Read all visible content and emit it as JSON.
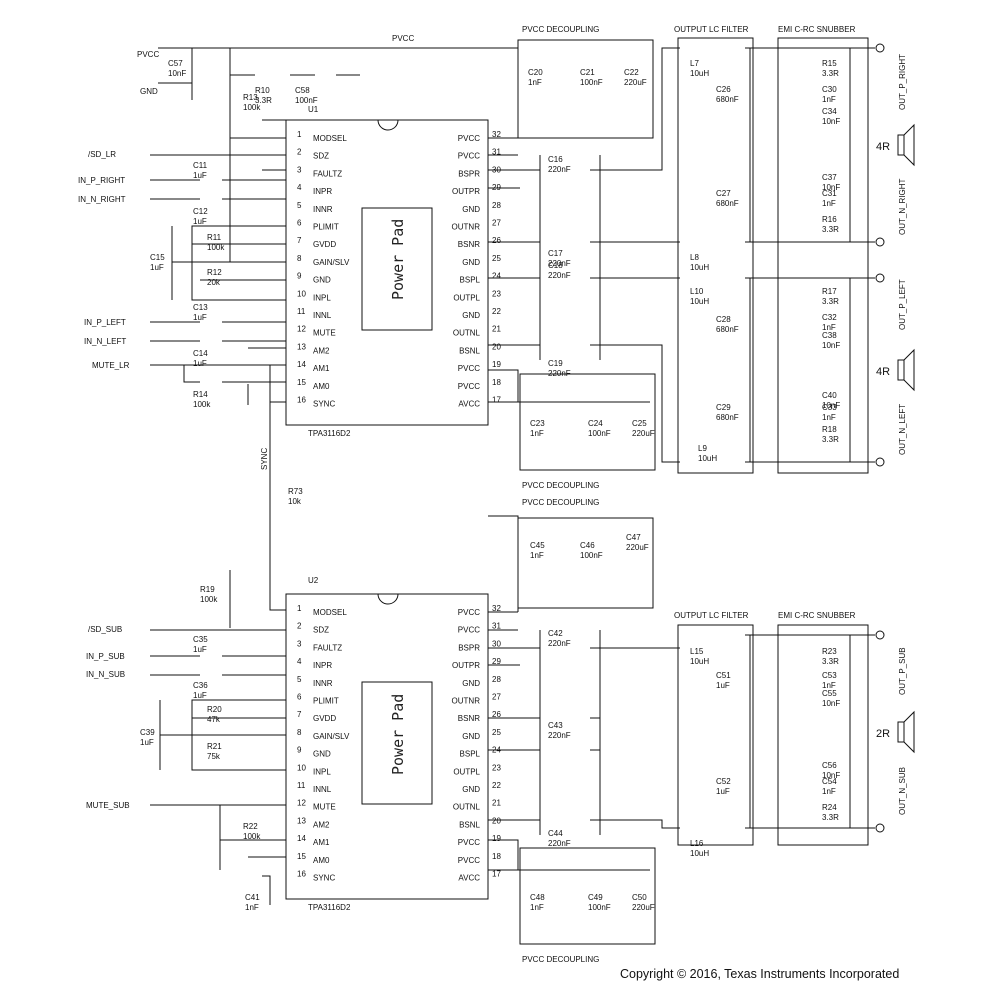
{
  "rails": {
    "pvcc": "PVCC",
    "gnd": "GND",
    "sync": "SYNC"
  },
  "sections": {
    "decoupling": "PVCC DECOUPLING",
    "lc_filter": "OUTPUT LC FILTER",
    "snubber": "EMI C-RC SNUBBER"
  },
  "ic": {
    "u1_ref": "U1",
    "u2_ref": "U2",
    "part": "TPA3116D2",
    "pad": "Power Pad",
    "left_pins": [
      "MODSEL",
      "SDZ",
      "FAULTZ",
      "INPR",
      "INNR",
      "PLIMIT",
      "GVDD",
      "GAIN/SLV",
      "GND",
      "INPL",
      "INNL",
      "MUTE",
      "AM2",
      "AM1",
      "AM0",
      "SYNC"
    ],
    "right_pins": [
      "PVCC",
      "PVCC",
      "BSPR",
      "OUTPR",
      "GND",
      "OUTNR",
      "BSNR",
      "GND",
      "BSPL",
      "OUTPL",
      "GND",
      "OUTNL",
      "BSNL",
      "PVCC",
      "PVCC",
      "AVCC"
    ],
    "left_nums": [
      "1",
      "2",
      "3",
      "4",
      "5",
      "6",
      "7",
      "8",
      "9",
      "10",
      "11",
      "12",
      "13",
      "14",
      "15",
      "16"
    ],
    "right_nums": [
      "32",
      "31",
      "30",
      "29",
      "28",
      "27",
      "26",
      "25",
      "24",
      "23",
      "22",
      "21",
      "20",
      "19",
      "18",
      "17"
    ]
  },
  "nets": {
    "top": [
      "PVCC",
      "GND",
      "/SD_LR",
      "IN_P_RIGHT",
      "IN_N_RIGHT",
      "IN_P_LEFT",
      "IN_N_LEFT",
      "MUTE_LR"
    ],
    "bottom": [
      "/SD_SUB",
      "IN_P_SUB",
      "IN_N_SUB",
      "MUTE_SUB"
    ]
  },
  "outputs": {
    "top": [
      "OUT_P_RIGHT",
      "OUT_N_RIGHT",
      "OUT_P_LEFT",
      "OUT_N_LEFT"
    ],
    "bottom": [
      "OUT_P_SUB",
      "OUT_N_SUB"
    ]
  },
  "speakers": {
    "right": "4R",
    "left": "4R",
    "sub": "2R"
  },
  "parts_top": [
    {
      "ref": "C57",
      "val": "10nF"
    },
    {
      "ref": "R10",
      "val": "3.3R"
    },
    {
      "ref": "C58",
      "val": "100nF"
    },
    {
      "ref": "R13",
      "val": "100k"
    },
    {
      "ref": "C11",
      "val": "1uF"
    },
    {
      "ref": "C12",
      "val": "1uF"
    },
    {
      "ref": "R11",
      "val": "100k"
    },
    {
      "ref": "C15",
      "val": "1uF"
    },
    {
      "ref": "R12",
      "val": "20k"
    },
    {
      "ref": "C13",
      "val": "1uF"
    },
    {
      "ref": "C14",
      "val": "1uF"
    },
    {
      "ref": "R14",
      "val": "100k"
    },
    {
      "ref": "C20",
      "val": "1nF"
    },
    {
      "ref": "C21",
      "val": "100nF"
    },
    {
      "ref": "C22",
      "val": "220uF"
    },
    {
      "ref": "C16",
      "val": "220nF"
    },
    {
      "ref": "C17",
      "val": "220nF"
    },
    {
      "ref": "C18",
      "val": "220nF"
    },
    {
      "ref": "C19",
      "val": "220nF"
    },
    {
      "ref": "C23",
      "val": "1nF"
    },
    {
      "ref": "C24",
      "val": "100nF"
    },
    {
      "ref": "C25",
      "val": "220uF"
    },
    {
      "ref": "L7",
      "val": "10uH"
    },
    {
      "ref": "L8",
      "val": "10uH"
    },
    {
      "ref": "L10",
      "val": "10uH"
    },
    {
      "ref": "L9",
      "val": "10uH"
    },
    {
      "ref": "C26",
      "val": "680nF"
    },
    {
      "ref": "C27",
      "val": "680nF"
    },
    {
      "ref": "C28",
      "val": "680nF"
    },
    {
      "ref": "C29",
      "val": "680nF"
    },
    {
      "ref": "R15",
      "val": "3.3R"
    },
    {
      "ref": "C30",
      "val": "1nF"
    },
    {
      "ref": "C34",
      "val": "10nF"
    },
    {
      "ref": "C37",
      "val": "10nF"
    },
    {
      "ref": "C31",
      "val": "1nF"
    },
    {
      "ref": "R16",
      "val": "3.3R"
    },
    {
      "ref": "R17",
      "val": "3.3R"
    },
    {
      "ref": "C32",
      "val": "1nF"
    },
    {
      "ref": "C38",
      "val": "10nF"
    },
    {
      "ref": "C40",
      "val": "10nF"
    },
    {
      "ref": "C33",
      "val": "1nF"
    },
    {
      "ref": "R18",
      "val": "3.3R"
    }
  ],
  "parts_bottom": [
    {
      "ref": "R73",
      "val": "10k"
    },
    {
      "ref": "R19",
      "val": "100k"
    },
    {
      "ref": "C35",
      "val": "1uF"
    },
    {
      "ref": "C36",
      "val": "1uF"
    },
    {
      "ref": "C39",
      "val": "1uF"
    },
    {
      "ref": "R20",
      "val": "47k"
    },
    {
      "ref": "R21",
      "val": "75k"
    },
    {
      "ref": "R22",
      "val": "100k"
    },
    {
      "ref": "C41",
      "val": "1nF"
    },
    {
      "ref": "C45",
      "val": "1nF"
    },
    {
      "ref": "C46",
      "val": "100nF"
    },
    {
      "ref": "C47",
      "val": "220uF"
    },
    {
      "ref": "C42",
      "val": "220nF"
    },
    {
      "ref": "C43",
      "val": "220nF"
    },
    {
      "ref": "C44",
      "val": "220nF"
    },
    {
      "ref": "C48",
      "val": "1nF"
    },
    {
      "ref": "C49",
      "val": "100nF"
    },
    {
      "ref": "C50",
      "val": "220uF"
    },
    {
      "ref": "L15",
      "val": "10uH"
    },
    {
      "ref": "L16",
      "val": "10uH"
    },
    {
      "ref": "C51",
      "val": "1uF"
    },
    {
      "ref": "C52",
      "val": "1uF"
    },
    {
      "ref": "R23",
      "val": "3.3R"
    },
    {
      "ref": "C53",
      "val": "1nF"
    },
    {
      "ref": "C55",
      "val": "10nF"
    },
    {
      "ref": "C56",
      "val": "10nF"
    },
    {
      "ref": "C54",
      "val": "1nF"
    },
    {
      "ref": "R24",
      "val": "3.3R"
    }
  ],
  "copyright": "Copyright © 2016, Texas Instruments Incorporated"
}
